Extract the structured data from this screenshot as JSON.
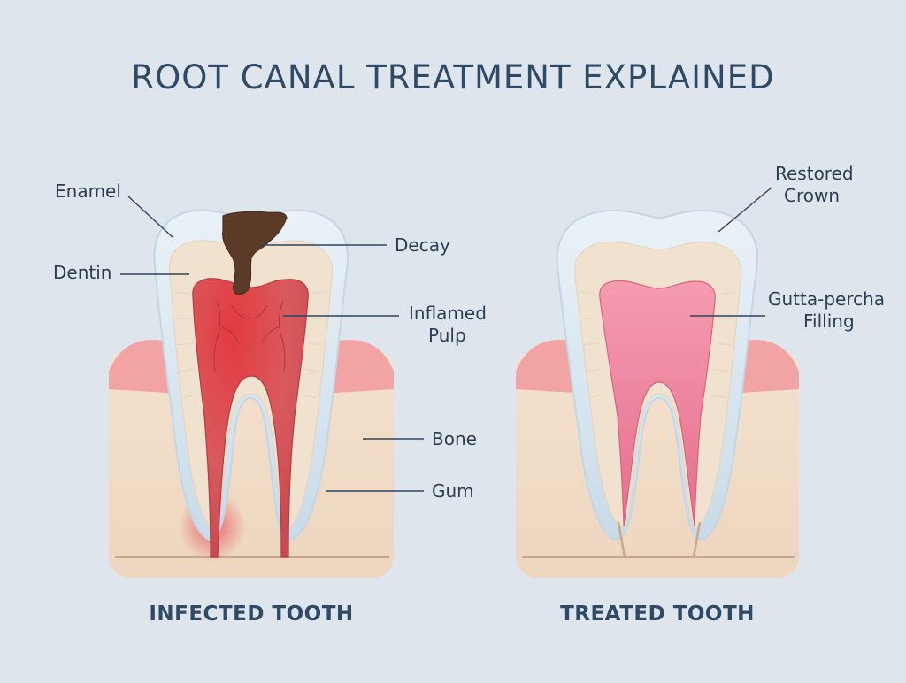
{
  "title": "ROOT CANAL TREATMENT EXPLAINED",
  "infected": {
    "caption": "INFECTED TOOTH",
    "labels": {
      "enamel": "Enamel",
      "dentin": "Dentin",
      "decay": "Decay",
      "inflamed_pulp_1": "Inflamed",
      "inflamed_pulp_2": "Pulp",
      "bone": "Bone",
      "gum": "Gum"
    }
  },
  "treated": {
    "caption": "TREATED TOOTH",
    "labels": {
      "restored_crown_1": "Restored",
      "restored_crown_2": "Crown",
      "gutta_percha_1": "Gutta-percha",
      "gutta_percha_2": "Filling"
    }
  },
  "colors": {
    "background": "#dfe5ec",
    "title": "#2e4a66",
    "enamel": "#dbe8f1",
    "dentin": "#f1e2cf",
    "gum": "#f2a5a5",
    "bone": "#f3dcc6",
    "inflamed_pulp": "#d9494e",
    "decay": "#5c3a28",
    "filling": "#ef8aa2",
    "leader_line": "#2c4560"
  }
}
